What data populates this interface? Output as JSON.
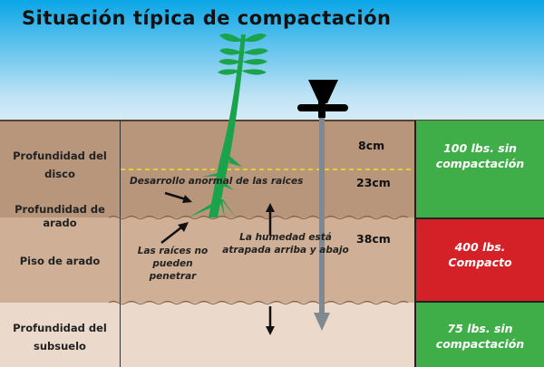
{
  "title": "Situación típica de compactación",
  "layers": [
    {
      "label": "Profundidad del disco"
    },
    {
      "label": "Profundidad de arado"
    },
    {
      "label": "Piso de arado"
    },
    {
      "label": "Profundidad del subsuelo"
    }
  ],
  "depths": [
    "8cm",
    "23cm",
    "38cm"
  ],
  "annotations": {
    "abnormal_roots": "Desarrollo anormal de las raices",
    "roots_cannot": "Las raíces no pueden penetrar",
    "moisture": "La humedad está atrapada arriba y abajo"
  },
  "readings": [
    {
      "line1": "100 lbs. sin",
      "line2": "compactación",
      "color": "#3fae49"
    },
    {
      "line1": "400 lbs.",
      "line2": "Compacto",
      "color": "#d42128"
    },
    {
      "line1": "75 lbs. sin",
      "line2": "compactación",
      "color": "#3fae49"
    }
  ],
  "colors": {
    "plant": "#1aa34a",
    "probe": "#808890",
    "dashed_line": "#f2e21a"
  }
}
